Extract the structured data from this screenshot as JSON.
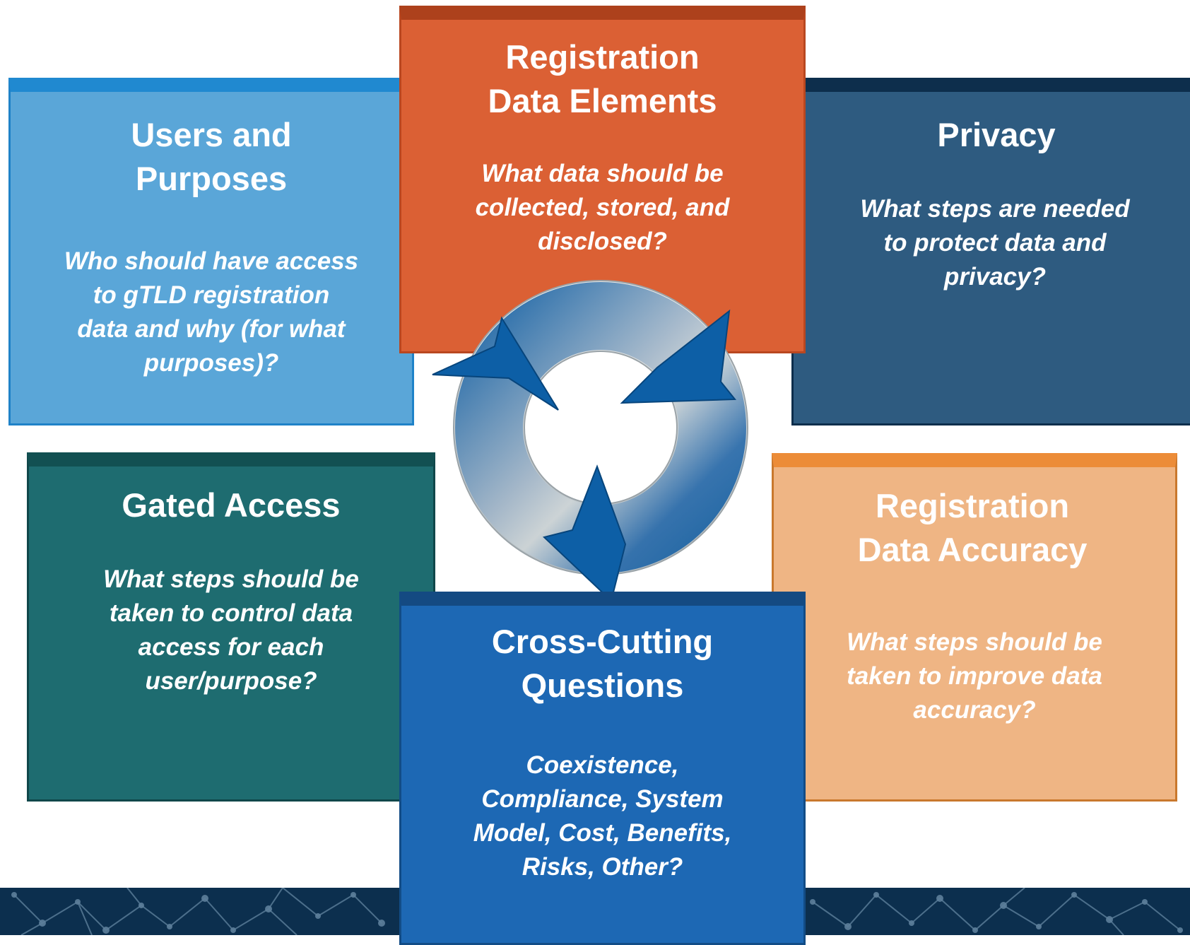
{
  "boxes": {
    "users": {
      "title": "Users and\nPurposes",
      "question": "Who should have access\nto gTLD registration\ndata and why (for what\npurposes)?",
      "color": "#5aa6d8"
    },
    "elements": {
      "title": "Registration\nData Elements",
      "question": "What data should be\ncollected, stored, and\ndisclosed?",
      "color": "#db6034"
    },
    "privacy": {
      "title": "Privacy",
      "question": "What steps are needed\nto protect data and\nprivacy?",
      "color": "#2e5b80"
    },
    "gated": {
      "title": "Gated Access",
      "question": "What steps should be\ntaken to control data\naccess for each\nuser/purpose?",
      "color": "#1e6c70"
    },
    "accuracy": {
      "title": "Registration\nData Accuracy",
      "question": "What steps should be\ntaken to improve data\naccuracy?",
      "color": "#efb584"
    },
    "cross": {
      "title": "Cross-Cutting\nQuestions",
      "question": "Coexistence,\nCompliance, System\nModel, Cost, Benefits,\nRisks, Other?",
      "color": "#1d68b4"
    }
  },
  "cycle_icon": "circular-arrows-icon",
  "footer_color": "#0c2f4e"
}
